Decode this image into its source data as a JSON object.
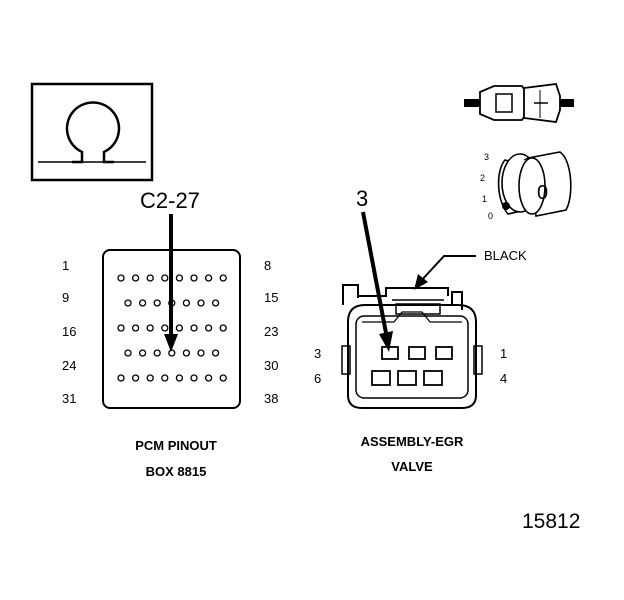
{
  "ohm_symbol": "Ω",
  "pcm": {
    "callout": "C2-27",
    "row_start_numbers": [
      "1",
      "9",
      "16",
      "24",
      "31"
    ],
    "row_end_numbers": [
      "8",
      "15",
      "23",
      "30",
      "38"
    ],
    "title_line1": "PCM PINOUT",
    "title_line2": "BOX 8815"
  },
  "egr": {
    "callout": "3",
    "wire_color": "BLACK",
    "left_numbers": [
      "3",
      "6"
    ],
    "right_numbers": [
      "1",
      "4"
    ],
    "title_line1": "ASSEMBLY-EGR",
    "title_line2": "VALVE"
  },
  "probe": {
    "scale_numbers": [
      "3",
      "2",
      "1",
      "0"
    ],
    "dial_value": "0"
  },
  "figure_number": "15812"
}
